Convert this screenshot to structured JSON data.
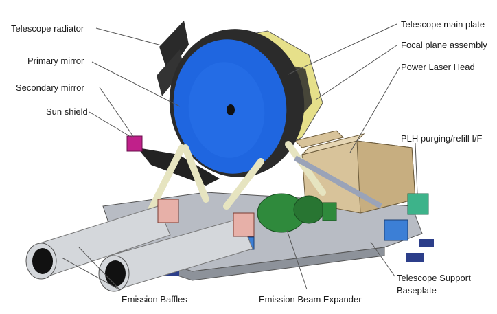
{
  "labels": {
    "telescope_radiator": "Telescope radiator",
    "primary_mirror": "Primary mirror",
    "secondary_mirror": "Secondary mirror",
    "sun_shield": "Sun shield",
    "telescope_main_plate": "Telescope main plate",
    "focal_plane_assembly": "Focal plane assembly",
    "power_laser_head": "Power Laser Head",
    "plh_purging": "PLH purging/refill I/F",
    "telescope_support_line1": "Telescope Support",
    "telescope_support_line2": "Baseplate",
    "emission_baffles": "Emission Baffles",
    "emission_beam_expander": "Emission Beam Expander"
  },
  "colors": {
    "mirror_blue": "#1f66e0",
    "mirror_dark_blue": "#1546a8",
    "focal_yellow": "#e6e08a",
    "baseplate_grey": "#b8bcc4",
    "baffle_grey": "#d4d7db",
    "expander_green": "#2f8a3c",
    "laser_tan": "#d8c39a",
    "support_blue": "#3c7fd6",
    "sunshield_magenta": "#c0208a",
    "radiator_dark": "#2a2a2a",
    "strut_cream": "#e6e4c0"
  }
}
